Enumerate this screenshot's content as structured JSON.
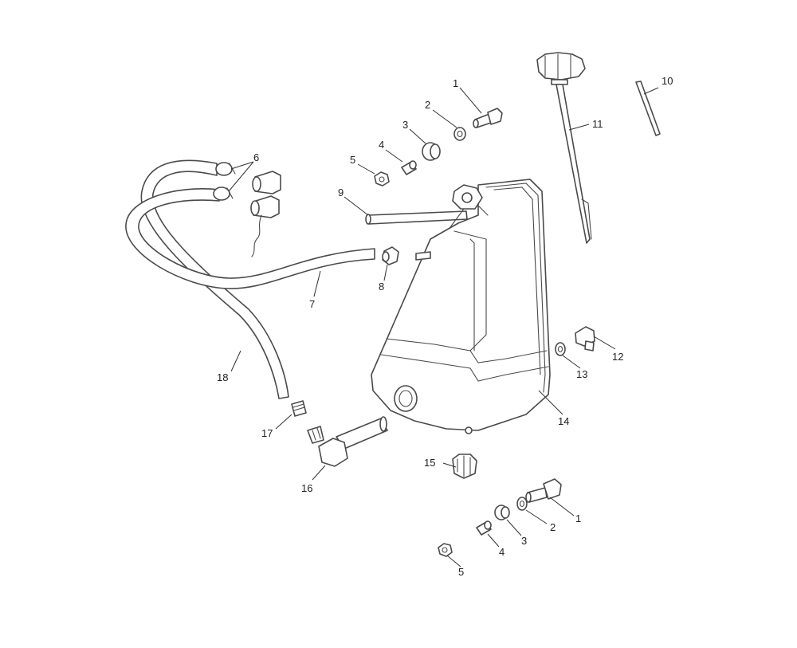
{
  "callouts": {
    "c1a": "1",
    "c2a": "2",
    "c3a": "3",
    "c4a": "4",
    "c5a": "5",
    "c6": "6",
    "c7": "7",
    "c8": "8",
    "c9": "9",
    "c10": "10",
    "c11": "11",
    "c12": "12",
    "c13": "13",
    "c14": "14",
    "c15": "15",
    "c16": "16",
    "c17": "17",
    "c18": "18",
    "c1b": "1",
    "c2b": "2",
    "c3b": "3",
    "c4b": "4",
    "c5b": "5"
  }
}
